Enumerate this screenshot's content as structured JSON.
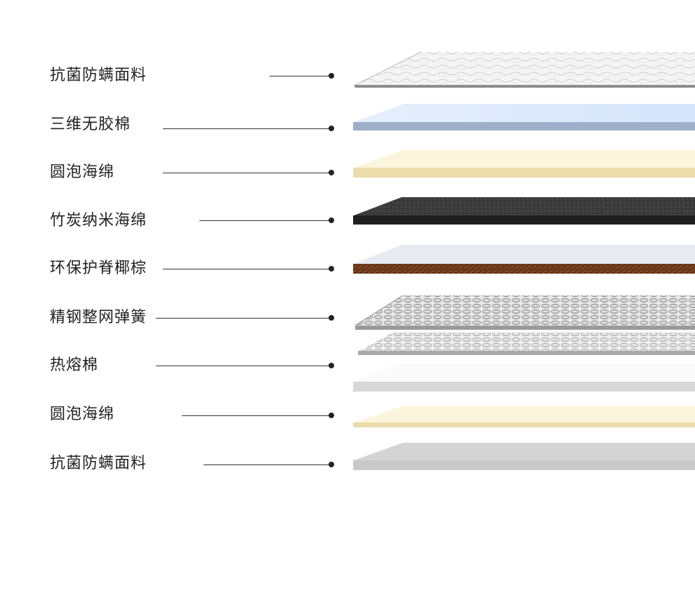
{
  "layers": [
    {
      "label": "抗菌防螨面料",
      "material": "quilted-fabric",
      "colors": {
        "top": "#f4f4f5",
        "edge": "#8c8c8c"
      }
    },
    {
      "label": "三维无胶棉",
      "material": "3d-fiber",
      "colors": {
        "top": "#d9e8fc",
        "edge": "#9aaac6"
      }
    },
    {
      "label": "圆泡海绵",
      "material": "foam",
      "colors": {
        "top": "#fbf3d9",
        "edge": "#ecdcaa"
      }
    },
    {
      "label": "竹炭纳米海绵",
      "material": "charcoal-foam",
      "colors": {
        "top": "#3a3a3a",
        "edge": "#1e1e1e"
      }
    },
    {
      "label": "环保护脊椰棕",
      "material": "coconut-coir",
      "colors": {
        "top": "#e8eaf2",
        "edge": "#6b3a1e"
      }
    },
    {
      "label": "精钢整网弹簧",
      "material": "steel-springs",
      "colors": {
        "top": "#e6e6e6",
        "edge": "#7a7a7a"
      }
    },
    {
      "label": "热熔棉",
      "material": "hot-melt-cotton",
      "colors": {
        "top": "#f8f8f8",
        "edge": "#d6d6d6"
      }
    },
    {
      "label": "圆泡海绵",
      "material": "foam",
      "colors": {
        "top": "#fbf3d9",
        "edge": "#ecdcaa"
      }
    },
    {
      "label": "抗菌防螨面料",
      "material": "bottom-fabric",
      "colors": {
        "top": "#d2d2d2",
        "edge": "#c8c8c8"
      }
    }
  ]
}
